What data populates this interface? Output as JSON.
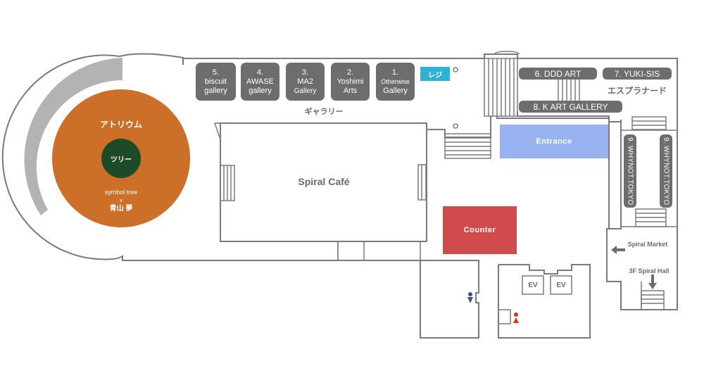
{
  "map": {
    "atrium": {
      "title": "アトリウム",
      "tree_label": "ツリー",
      "subtitle_line1": "symbol tree",
      "subtitle_line2": "×",
      "subtitle_line3": "青山 夢",
      "color": "#cc6f28",
      "tree_color": "#1f4a2a"
    },
    "galleries": [
      {
        "num": "5.",
        "line1": "biscuit",
        "line2": "gallery"
      },
      {
        "num": "4.",
        "line1": "AWASE",
        "line2": "gallery"
      },
      {
        "num": "3.",
        "line1": "MA2",
        "line2": "Gallery"
      },
      {
        "num": "2.",
        "line1": "Yoshimi",
        "line2": "Arts"
      },
      {
        "num": "1.",
        "line1": "Otherwise",
        "line2": "Gallery"
      }
    ],
    "register_label": "レジ",
    "register_color": "#2eb3d6",
    "gallery_area_label": "ギャラリー",
    "esplanade_label": "エスプラナード",
    "esplanade_shops": {
      "ddd": "6. DDD ART",
      "yuki": "7. YUKI-SIS",
      "kart": "8. K ART GALLERY"
    },
    "whynot": [
      "9. WHYNOT.TOKYO",
      "9. WHYNOT.TOKYO"
    ],
    "cafe_label": "Spiral Café",
    "entrance_label": "Entrance",
    "entrance_color": "#97b2ee",
    "counter_label": "Counter",
    "counter_color": "#d04c4c",
    "elevators": [
      "EV",
      "EV"
    ],
    "spiral_market_label": "Spiral Market",
    "spiral_hall_label": "3F Spiral Hall",
    "restroom_male_color": "#3a4fa0",
    "restroom_female_color": "#d8321e"
  }
}
